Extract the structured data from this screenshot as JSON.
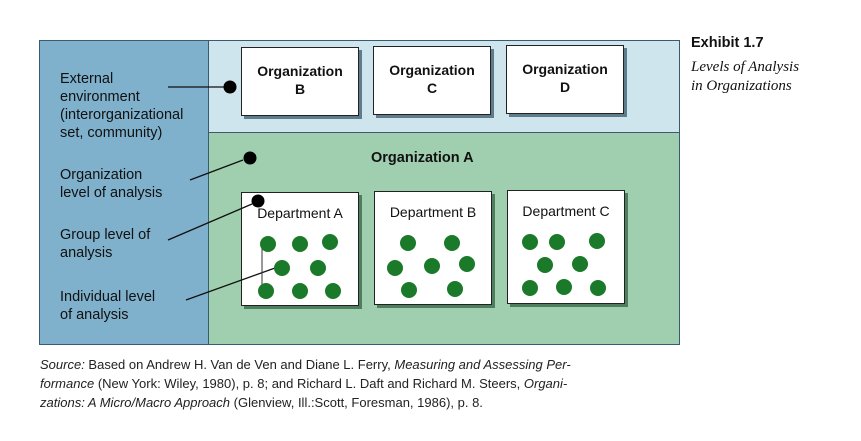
{
  "caption": {
    "title": "Exhibit 1.7",
    "subtitle_line1": "Levels of Analysis",
    "subtitle_line2": "in Organizations"
  },
  "left_labels": {
    "external": [
      "External",
      "environment",
      "(interorganizational",
      "set, community)"
    ],
    "organization": [
      "Organization",
      "level of analysis"
    ],
    "group": [
      "Group level of",
      "analysis"
    ],
    "individual": [
      "Individual level",
      "of analysis"
    ]
  },
  "env_orgs": [
    {
      "line1": "Organization",
      "line2": "B"
    },
    {
      "line1": "Organization",
      "line2": "C"
    },
    {
      "line1": "Organization",
      "line2": "D"
    }
  ],
  "org_a_title": "Organization A",
  "departments": [
    {
      "label": "Department A"
    },
    {
      "label": "Department B"
    },
    {
      "label": "Department C"
    }
  ],
  "colors": {
    "individual_dot": "#1a7a2a",
    "marker_dot": "#000000"
  },
  "source": {
    "prefix": "Source:",
    "text1": " Based on Andrew H. Van de Ven and Diane L. Ferry, ",
    "title1a": "Measuring and Assessing Per-",
    "title1b": "formance",
    "text2": " (New York: Wiley, 1980), p. 8; and Richard L. Daft and Richard M. Steers, ",
    "title2a": "Organi-",
    "title2b": "zations: A Micro/Macro Approach",
    "text3": " (Glenview, Ill.:Scott, Foresman, 1986), p. 8."
  }
}
